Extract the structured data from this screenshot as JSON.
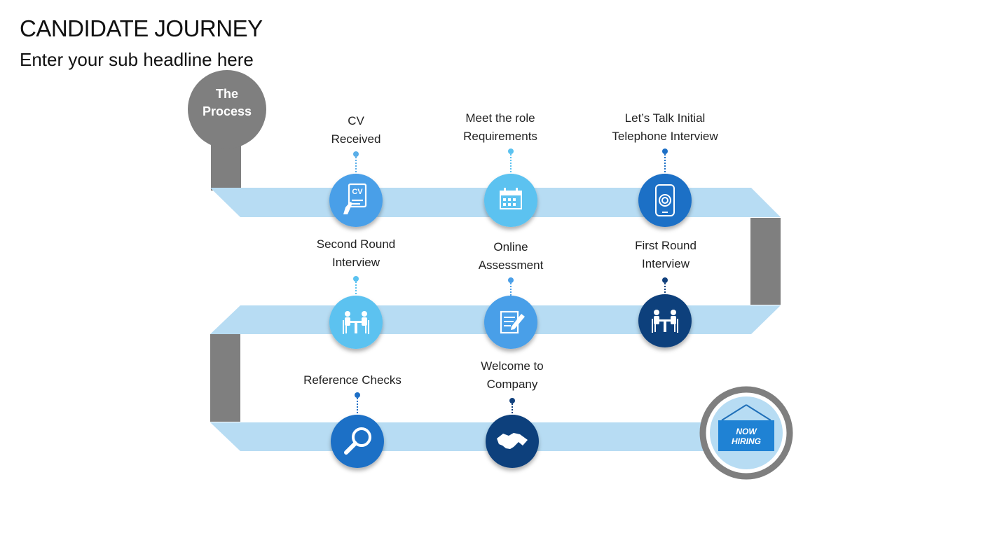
{
  "header": {
    "title": "CANDIDATE JOURNEY",
    "subtitle": "Enter your sub headline here"
  },
  "start": {
    "line1": "The",
    "line2": "Process"
  },
  "colors": {
    "road": "#b7dcf3",
    "connector": "#7f7f7f",
    "start_circle": "#7f7f7f",
    "end_ring": "#7f7f7f",
    "sign": "#1f82d4",
    "medium_blue": "#4a9fe8",
    "light_blue": "#5bc2f0",
    "royal_blue": "#1d6fc6",
    "dark_blue": "#11407c"
  },
  "steps": [
    {
      "line1": "CV",
      "line2": "Received",
      "icon": "cv-document-icon",
      "color": "#4a9fe8"
    },
    {
      "line1": "Meet the role",
      "line2": "Requirements",
      "icon": "calendar-icon",
      "color": "#5bc2f0"
    },
    {
      "line1": "Let’s Talk Initial",
      "line2": "Telephone Interview",
      "icon": "mobile-phone-icon",
      "color": "#1d6fc6"
    },
    {
      "line1": "First Round",
      "line2": "Interview",
      "icon": "interview-table-icon",
      "color": "#11407c"
    },
    {
      "line1": "Online",
      "line2": "Assessment",
      "icon": "assessment-form-icon",
      "color": "#4a9fe8"
    },
    {
      "line1": "Second Round",
      "line2": "Interview",
      "icon": "interview-table-icon",
      "color": "#5bc2f0"
    },
    {
      "line1": "Reference Checks",
      "line2": "",
      "icon": "magnifier-icon",
      "color": "#1d6fc6"
    },
    {
      "line1": "Welcome to",
      "line2": "Company",
      "icon": "handshake-icon",
      "color": "#11407c"
    }
  ],
  "end": {
    "line1": "NOW",
    "line2": "HIRING",
    "icon": "now-hiring-sign-icon"
  }
}
